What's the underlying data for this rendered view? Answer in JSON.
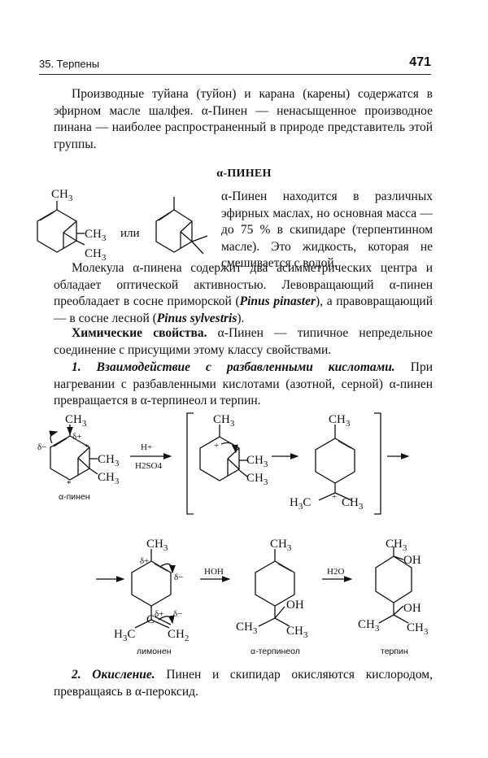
{
  "header": {
    "section": "35. Терпены",
    "page_number": "471"
  },
  "intro": "Производные туйана (туйон) и карана (карены) содержатся в эфирном масле шалфея. α-Пинен — ненасыщенное производное пинана — наиболее распространенный в природе представитель этой группы.",
  "section_title": "α-ПИНЕН",
  "structure_connector": "или",
  "side_text": "α-Пинен находится в различных эфирных маслах, но основная масса — до 75 % в скипидаре (терпентинном масле). Это жидкость, которая не смешивается с водой.",
  "molecule": {
    "pre": "Молекула α-пинена содержит два асимметрических центра и обладает оптической активностью. Левовращающий α-пинен преобладает в сосне приморской (",
    "species1": "Pinus pinaster",
    "mid": "), а правовращающий — в сосне лесной (",
    "species2": "Pinus sylvestris",
    "post": ")."
  },
  "chem_props": {
    "title": "Химические свойства.",
    "text": " α-Пинен — типичное непредельное соединение с присущими этому классу свойствами."
  },
  "reaction1": {
    "title": "1. Взаимодействие с разбавленными кислотами.",
    "text": " При нагревании с разбавленными кислотами (азотной, серной) α-пинен превращается в α-терпинеол и терпин."
  },
  "reagents": {
    "acid_top": "H+",
    "acid_bottom": "H2SO4",
    "water_add": "HOH",
    "water2": "H2O"
  },
  "captions": {
    "a_pinene": "α-пинен",
    "limonene": "лимонен",
    "a_terpineol": "α-терпинеол",
    "terpin": "терпин"
  },
  "reaction2": {
    "title": "2. Окисление.",
    "text": " Пинен и скипидар окисляются кислородом, превращаясь в α-пероксид."
  }
}
